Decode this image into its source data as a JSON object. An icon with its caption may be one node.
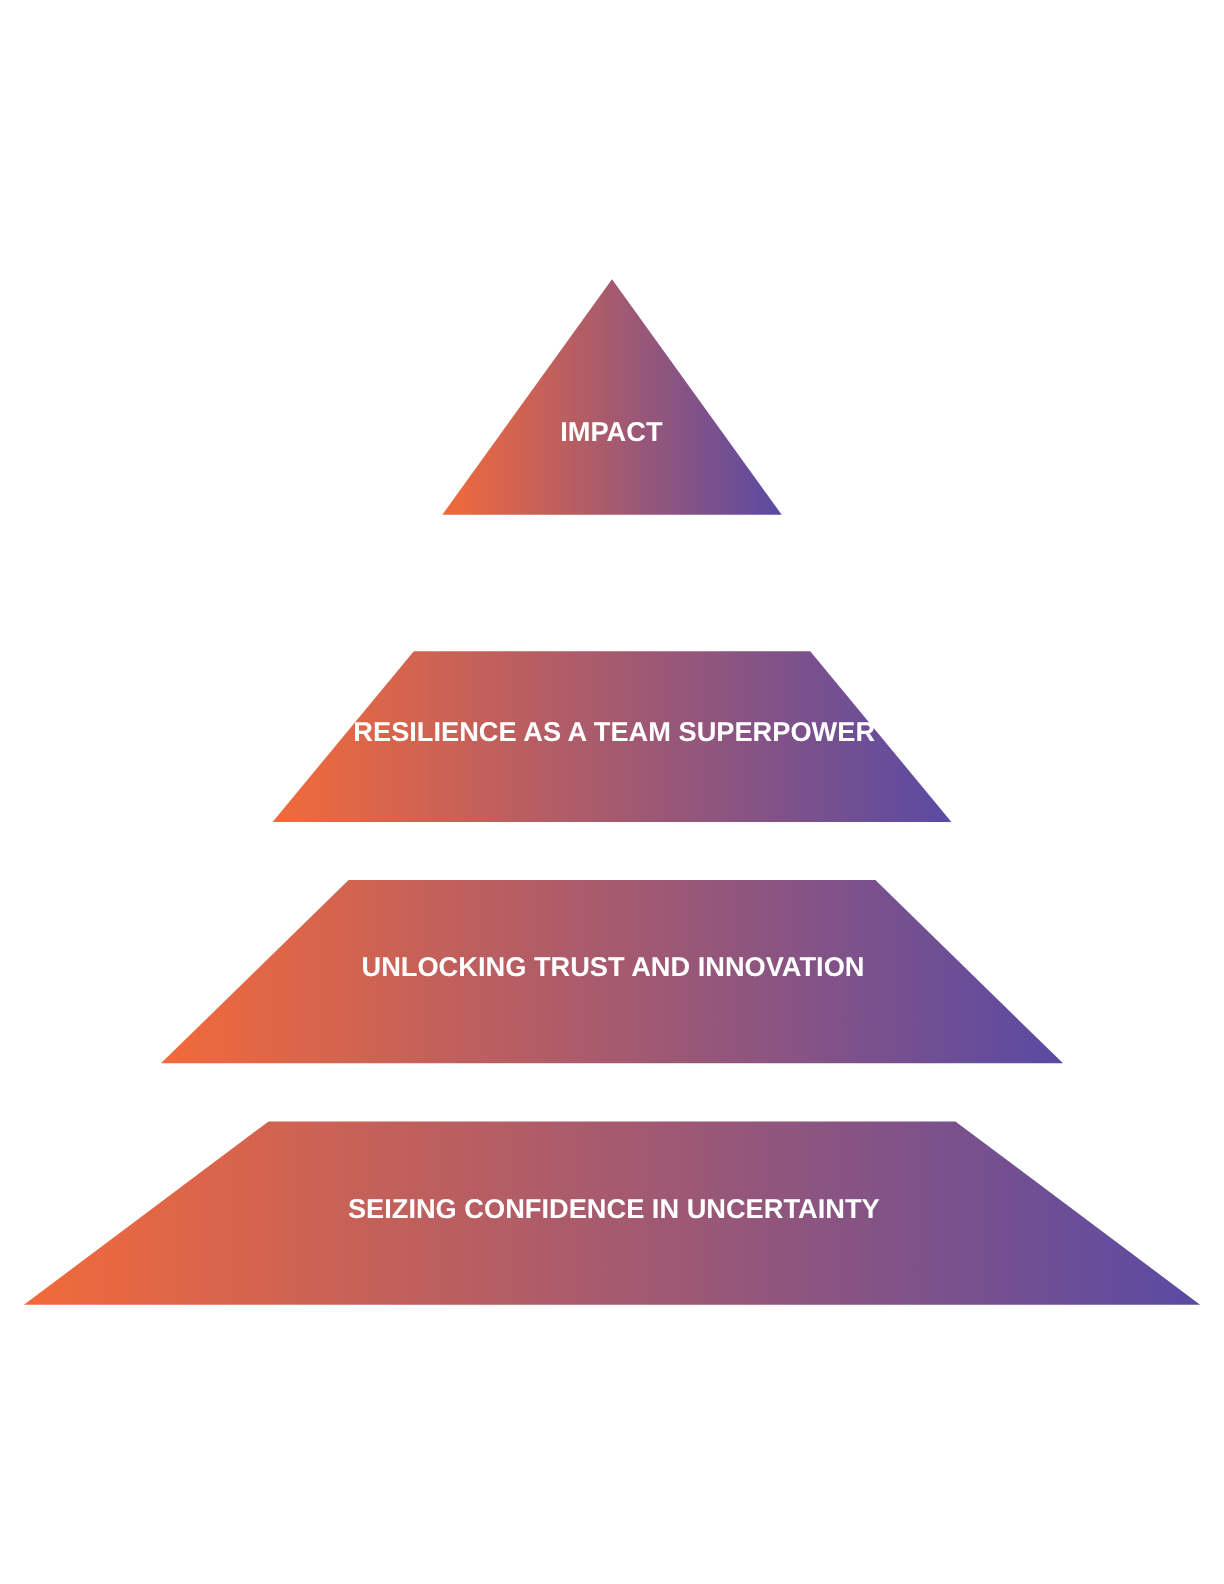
{
  "diagram": {
    "nodes": [
      {
        "text": [
          "IMPACT"
        ]
      },
      {
        "text": [
          "RESILIENCE AS A TEAM SUPERPOWER"
        ]
      },
      {
        "text": [
          "UNLOCKING TRUST AND INNOVATION"
        ]
      },
      {
        "text": [
          "SEIZING CONFIDENCE IN UNCERTAINTY"
        ]
      }
    ]
  }
}
